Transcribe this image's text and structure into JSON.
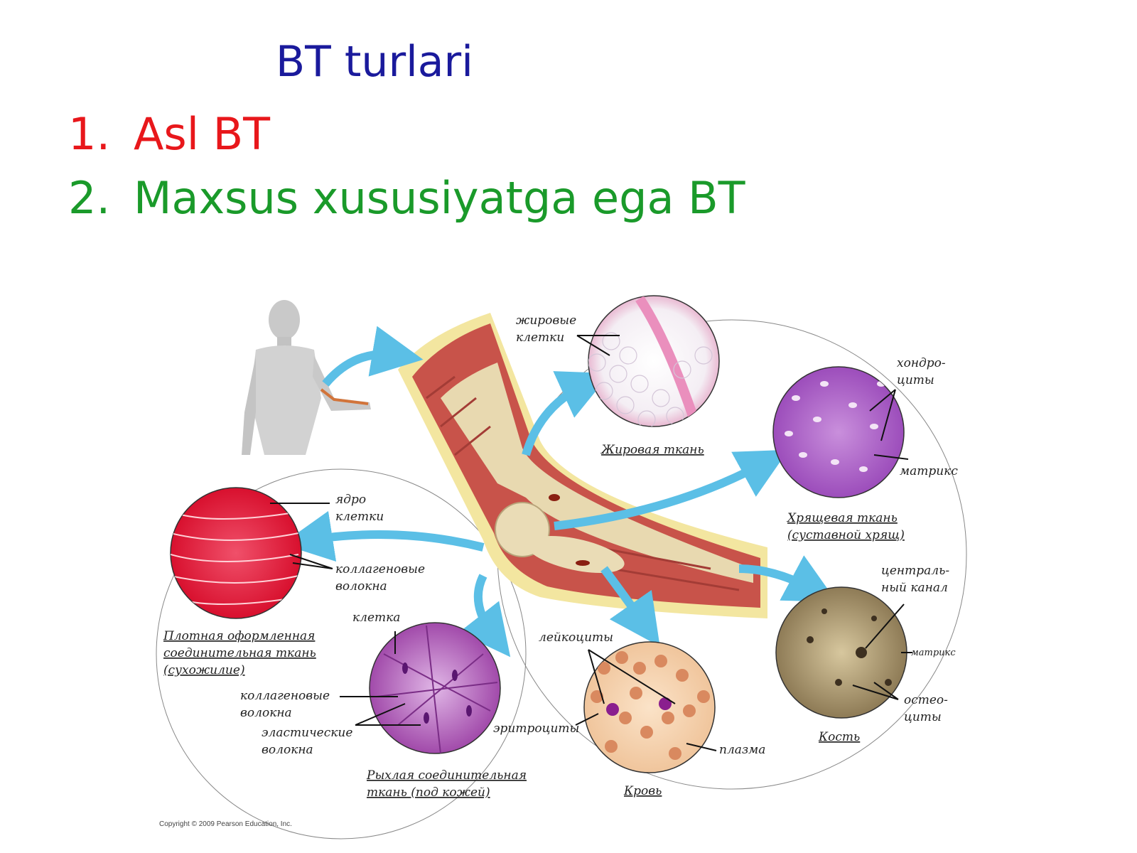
{
  "slide": {
    "title": "BT turlari",
    "items": [
      {
        "number": "1.",
        "text": "Asl BT",
        "color": "#e8171b"
      },
      {
        "number": "2.",
        "text": "Maxsus xususiyatga ega BT",
        "color": "#1a9a2a"
      }
    ]
  },
  "figure": {
    "labels": {
      "fat_cells_1": "жировые",
      "fat_cells_2": "клетки",
      "adipose_caption": "Жировая ткань",
      "chondro_1": "хондро-",
      "chondro_2": "циты",
      "matrix_cartilage": "матрикс",
      "cartilage_caption_1": "Хрящевая ткань",
      "cartilage_caption_2": "(суставной хрящ)",
      "nucleus_1": "ядро",
      "nucleus_2": "клетки",
      "collagen_1": "коллагеновые",
      "collagen_2": "волокна",
      "dense_caption_1": "Плотная оформленная",
      "dense_caption_2": "соединительная ткань",
      "dense_caption_3": "(сухожилие)",
      "cell": "клетка",
      "loose_collagen_1": "коллагеновые",
      "loose_collagen_2": "волокна",
      "elastic_1": "эластические",
      "elastic_2": "волокна",
      "loose_caption_1": "Рыхлая соединительная",
      "loose_caption_2": "ткань (под кожей)",
      "leukocytes": "лейкоциты",
      "erythrocytes": "эритроциты",
      "plasma": "плазма",
      "blood_caption": "Кровь",
      "central_canal_1": "централь-",
      "central_canal_2": "ный канал",
      "matrix_bone": "матрикс",
      "osteo_1": "остео-",
      "osteo_2": "циты",
      "bone_caption": "Кость",
      "copyright": "Copyright © 2009 Pearson Education, Inc."
    },
    "colors": {
      "arrow": "#5bbfe6",
      "muscle": "#c8534a",
      "fat": "#f3e6a0",
      "tendon": "#e8203a",
      "cartilage": "#b062c8",
      "loose": "#b45ab8",
      "blood": "#d9895f",
      "bone": "#8a7a60"
    }
  }
}
